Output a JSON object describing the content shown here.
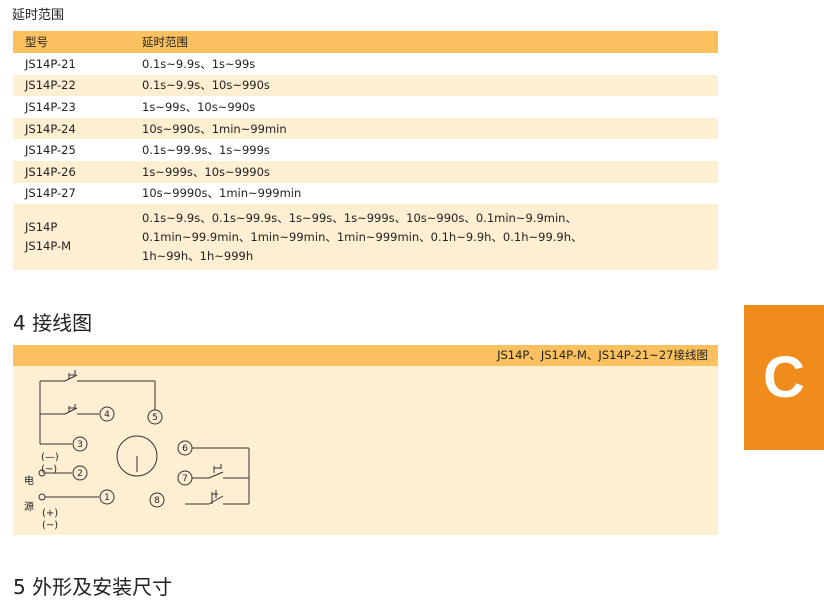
{
  "caption": "延时范围",
  "table": {
    "headers": [
      "型号",
      "延时范围"
    ],
    "rows": [
      {
        "model": "JS14P-21",
        "range": "0.1s~9.9s、1s~99s"
      },
      {
        "model": "JS14P-22",
        "range": "0.1s~9.9s、10s~990s"
      },
      {
        "model": "JS14P-23",
        "range": "1s~99s、10s~990s"
      },
      {
        "model": "JS14P-24",
        "range": "10s~990s、1min~99min"
      },
      {
        "model": "JS14P-25",
        "range": "0.1s~99.9s、1s~999s"
      },
      {
        "model": "JS14P-26",
        "range": "1s~999s、10s~9990s"
      },
      {
        "model": "JS14P-27",
        "range": "10s~9990s、1min~999min"
      }
    ],
    "last_row": {
      "models": [
        "JS14P",
        "JS14P-M"
      ],
      "ranges": [
        "0.1s~9.9s、0.1s~99.9s、1s~99s、1s~999s、10s~990s、0.1min~9.9min、",
        "0.1min~99.9min、1min~99min、1min~999min、0.1h~9.9h、0.1h~99.9h、",
        "1h~99h、1h~999h"
      ]
    }
  },
  "section4": {
    "title": "4 接线图"
  },
  "wiring": {
    "header": "JS14P、JS14P-M、JS14P-21~27接线图",
    "terminals": [
      "1",
      "2",
      "3",
      "4",
      "5",
      "6",
      "7",
      "8"
    ],
    "labels": {
      "minus": "(—)",
      "tilde_top": "(~)",
      "power_1": "电",
      "power_2": "源",
      "plus": "(+)",
      "tilde_bottom": "(~)"
    }
  },
  "section5": {
    "title": "5 外形及安装尺寸"
  },
  "side_tab": {
    "letter": "C",
    "color": "#f08c1c"
  }
}
